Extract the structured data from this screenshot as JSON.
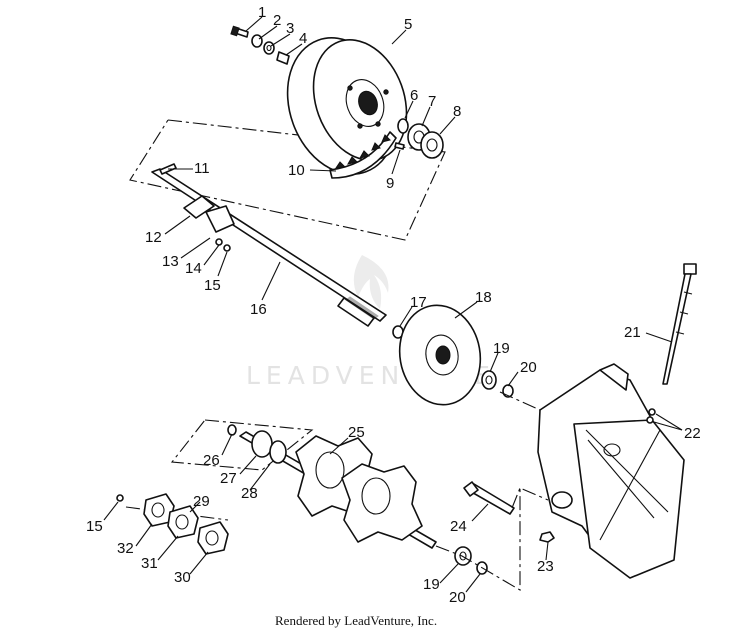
{
  "diagram": {
    "credit": "Rendered by LeadVenture, Inc.",
    "watermark": "LEADVENTURE",
    "callouts": [
      {
        "id": "c1",
        "text": "1"
      },
      {
        "id": "c2",
        "text": "2"
      },
      {
        "id": "c3",
        "text": "3"
      },
      {
        "id": "c4",
        "text": "4"
      },
      {
        "id": "c5",
        "text": "5"
      },
      {
        "id": "c6",
        "text": "6"
      },
      {
        "id": "c7",
        "text": "7"
      },
      {
        "id": "c8",
        "text": "8"
      },
      {
        "id": "c9",
        "text": "9"
      },
      {
        "id": "c10",
        "text": "10"
      },
      {
        "id": "c11",
        "text": "11"
      },
      {
        "id": "c12",
        "text": "12"
      },
      {
        "id": "c13",
        "text": "13"
      },
      {
        "id": "c14",
        "text": "14"
      },
      {
        "id": "c15a",
        "text": "15"
      },
      {
        "id": "c16",
        "text": "16"
      },
      {
        "id": "c17",
        "text": "17"
      },
      {
        "id": "c18",
        "text": "18"
      },
      {
        "id": "c19a",
        "text": "19"
      },
      {
        "id": "c20a",
        "text": "20"
      },
      {
        "id": "c21",
        "text": "21"
      },
      {
        "id": "c22",
        "text": "22"
      },
      {
        "id": "c25",
        "text": "25"
      },
      {
        "id": "c26",
        "text": "26"
      },
      {
        "id": "c27",
        "text": "27"
      },
      {
        "id": "c28",
        "text": "28"
      },
      {
        "id": "c15b",
        "text": "15"
      },
      {
        "id": "c29",
        "text": "29"
      },
      {
        "id": "c24",
        "text": "24"
      },
      {
        "id": "c23",
        "text": "23"
      },
      {
        "id": "c32",
        "text": "32"
      },
      {
        "id": "c31",
        "text": "31"
      },
      {
        "id": "c30",
        "text": "30"
      },
      {
        "id": "c19b",
        "text": "19"
      },
      {
        "id": "c20b",
        "text": "20"
      }
    ]
  }
}
